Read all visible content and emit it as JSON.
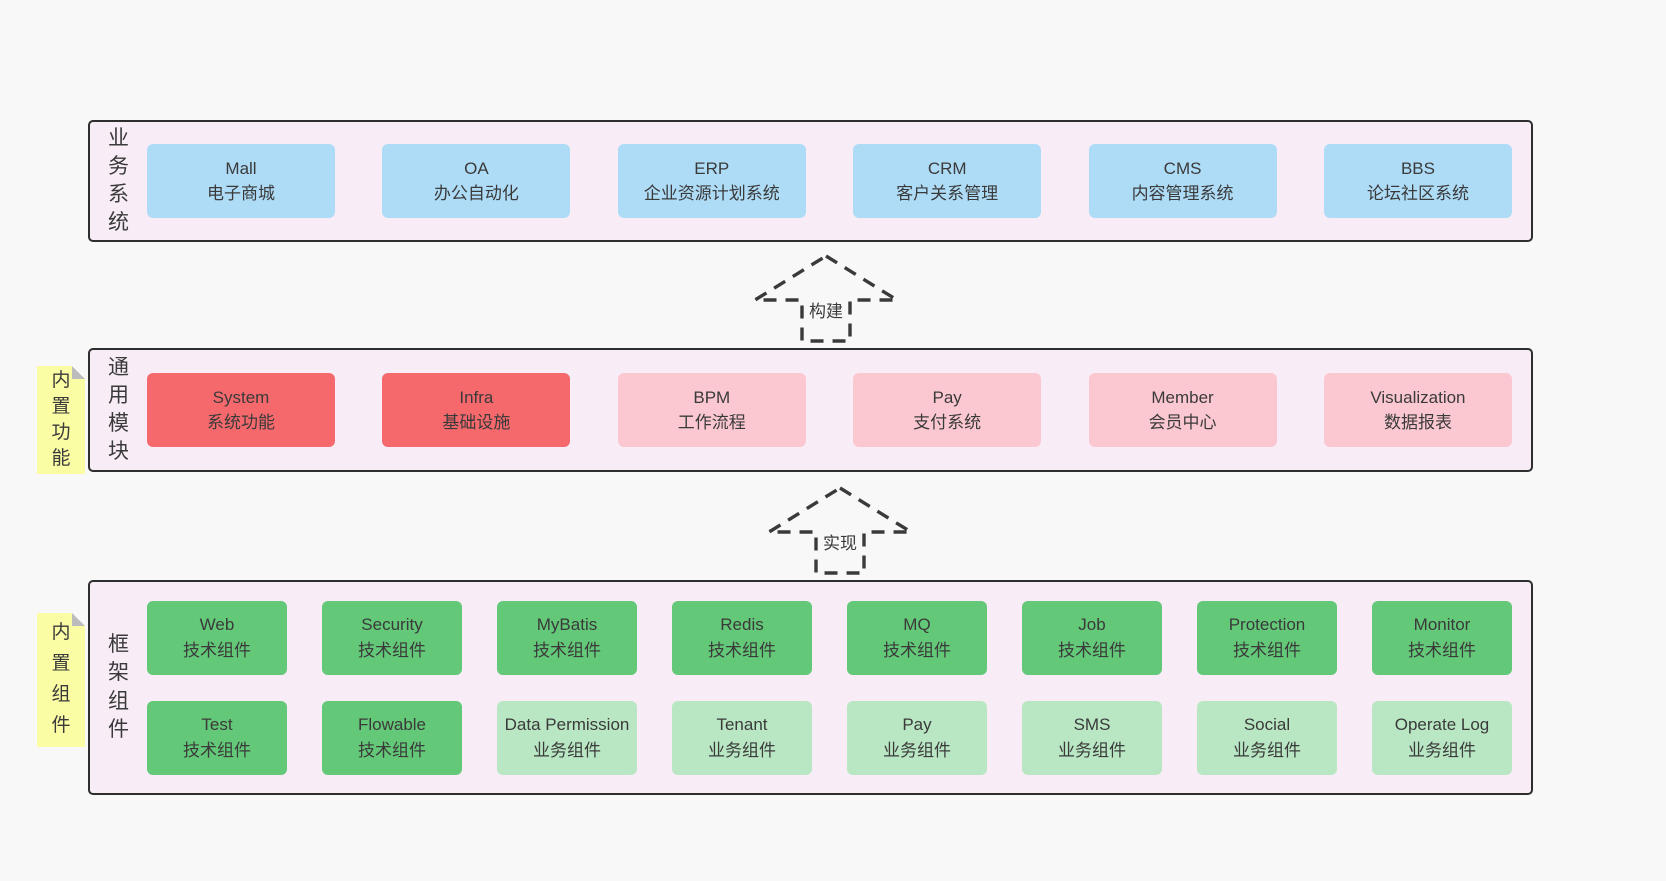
{
  "arrows": [
    {
      "label": "构建"
    },
    {
      "label": "实现"
    }
  ],
  "layers": [
    {
      "key": "business-systems",
      "side_label": "业务系统",
      "note": null,
      "box_width": "wide",
      "rows": [
        [
          {
            "title": "Mall",
            "subtitle": "电子商城",
            "variant": "blue"
          },
          {
            "title": "OA",
            "subtitle": "办公自动化",
            "variant": "blue"
          },
          {
            "title": "ERP",
            "subtitle": "企业资源计划系统",
            "variant": "blue"
          },
          {
            "title": "CRM",
            "subtitle": "客户关系管理",
            "variant": "blue"
          },
          {
            "title": "CMS",
            "subtitle": "内容管理系统",
            "variant": "blue"
          },
          {
            "title": "BBS",
            "subtitle": "论坛社区系统",
            "variant": "blue"
          }
        ]
      ]
    },
    {
      "key": "common-modules",
      "side_label": "通用模块",
      "note": "内置功能",
      "box_width": "wide",
      "rows": [
        [
          {
            "title": "System",
            "subtitle": "系统功能",
            "variant": "red"
          },
          {
            "title": "Infra",
            "subtitle": "基础设施",
            "variant": "red"
          },
          {
            "title": "BPM",
            "subtitle": "工作流程",
            "variant": "pink"
          },
          {
            "title": "Pay",
            "subtitle": "支付系统",
            "variant": "pink"
          },
          {
            "title": "Member",
            "subtitle": "会员中心",
            "variant": "pink"
          },
          {
            "title": "Visualization",
            "subtitle": "数据报表",
            "variant": "pink"
          }
        ]
      ]
    },
    {
      "key": "framework-components",
      "side_label": "框架组件",
      "note": "内置组件",
      "box_width": "narrow",
      "rows": [
        [
          {
            "title": "Web",
            "subtitle": "技术组件",
            "variant": "green"
          },
          {
            "title": "Security",
            "subtitle": "技术组件",
            "variant": "green"
          },
          {
            "title": "MyBatis",
            "subtitle": "技术组件",
            "variant": "green"
          },
          {
            "title": "Redis",
            "subtitle": "技术组件",
            "variant": "green"
          },
          {
            "title": "MQ",
            "subtitle": "技术组件",
            "variant": "green"
          },
          {
            "title": "Job",
            "subtitle": "技术组件",
            "variant": "green"
          },
          {
            "title": "Protection",
            "subtitle": "技术组件",
            "variant": "green"
          },
          {
            "title": "Monitor",
            "subtitle": "技术组件",
            "variant": "green"
          }
        ],
        [
          {
            "title": "Test",
            "subtitle": "技术组件",
            "variant": "green"
          },
          {
            "title": "Flowable",
            "subtitle": "技术组件",
            "variant": "green"
          },
          {
            "title": "Data Permission",
            "subtitle": "业务组件",
            "variant": "light-green"
          },
          {
            "title": "Tenant",
            "subtitle": "业务组件",
            "variant": "light-green"
          },
          {
            "title": "Pay",
            "subtitle": "业务组件",
            "variant": "light-green"
          },
          {
            "title": "SMS",
            "subtitle": "业务组件",
            "variant": "light-green"
          },
          {
            "title": "Social",
            "subtitle": "业务组件",
            "variant": "light-green"
          },
          {
            "title": "Operate Log",
            "subtitle": "业务组件",
            "variant": "light-green"
          }
        ]
      ]
    }
  ],
  "colors": {
    "page_bg": "#f8f8f8",
    "panel_bg": "#f8edf7",
    "panel_border": "#2e2e2e",
    "blue": "#aedcf7",
    "red": "#f5696d",
    "pink": "#fbc8d1",
    "green": "#63c878",
    "light_green": "#b9e7c4",
    "note_yellow": "#fbfda5",
    "text": "#3a3a3a",
    "arrow": "#3a3a3a"
  }
}
